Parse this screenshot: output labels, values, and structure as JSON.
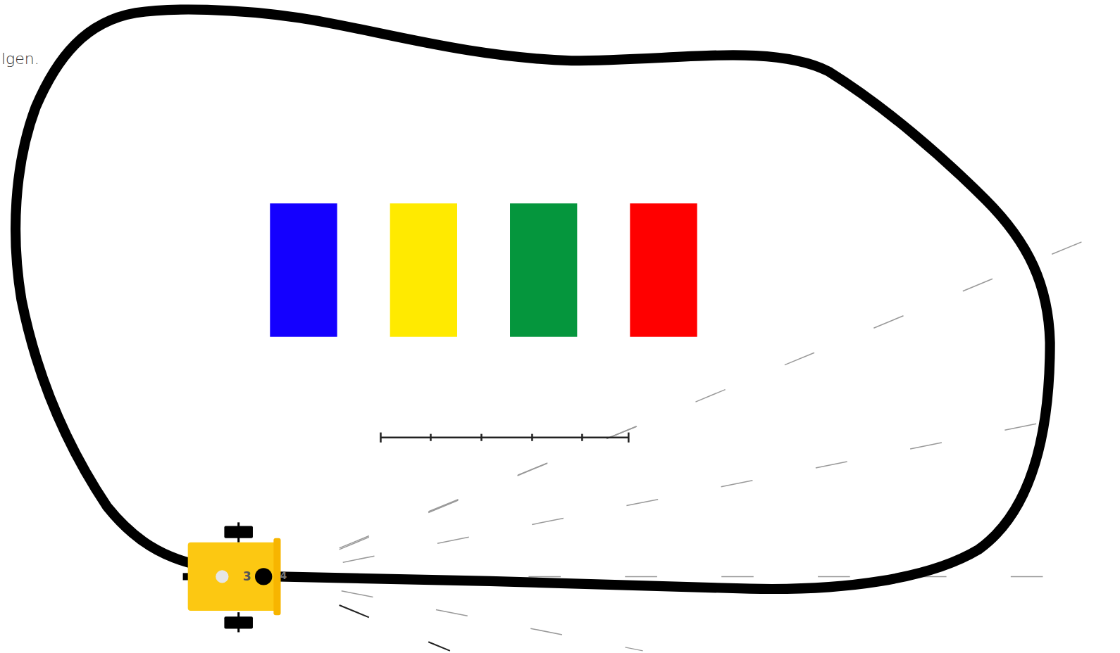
{
  "diagram": {
    "labels": [
      "lgen.",
      "3",
      "4"
    ]
  }
}
